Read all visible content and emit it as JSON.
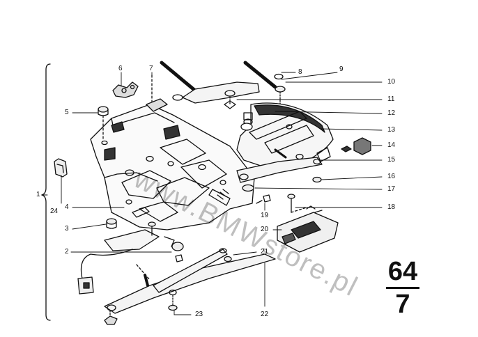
{
  "callouts": {
    "c1": "1",
    "c2": "2",
    "c3": "3",
    "c4": "4",
    "c5": "5",
    "c6": "6",
    "c7": "7",
    "c8": "8",
    "c9": "9",
    "c10": "10",
    "c11": "11",
    "c12": "12",
    "c13": "13",
    "c14": "14",
    "c15": "15",
    "c16": "16",
    "c17": "17",
    "c18": "18",
    "c19": "19",
    "c20": "20",
    "c21": "21",
    "c22": "22",
    "c23": "23",
    "c24": "24"
  },
  "group_number": {
    "top": "64",
    "bottom": "7"
  },
  "watermark": "www.BMWstore.pl"
}
